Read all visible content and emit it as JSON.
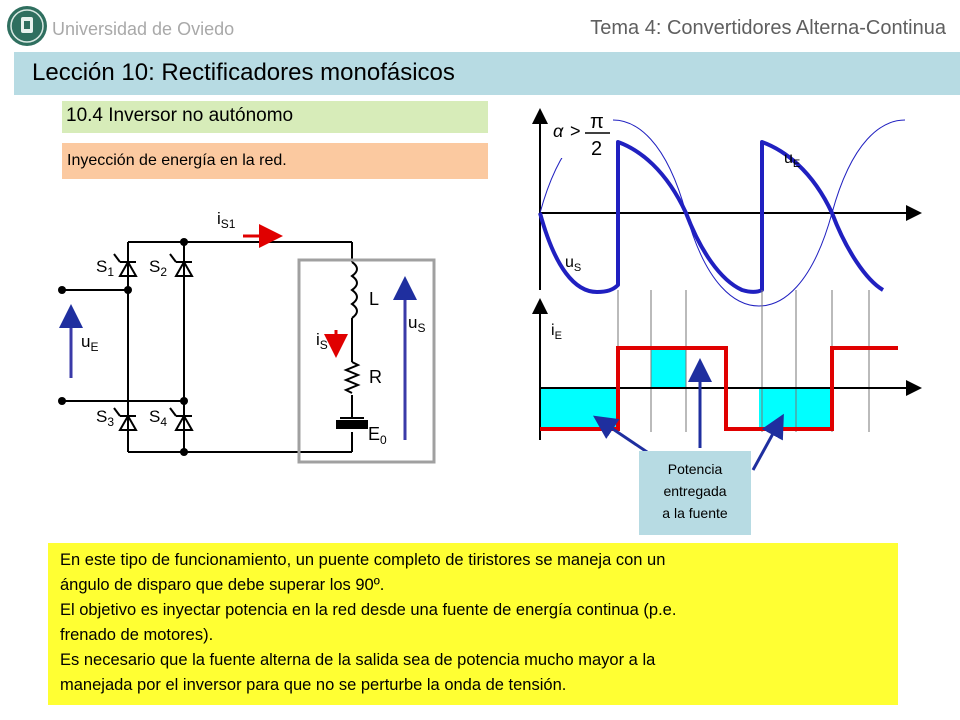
{
  "header": {
    "university": "Universidad de Oviedo",
    "topic": "Tema 4: Convertidores Alterna-Continua"
  },
  "lesson": {
    "title": "Lección 10: Rectificadores monofásicos"
  },
  "section": {
    "title": "10.4 Inversor no autónomo",
    "subtitle": "Inyección de energía en la red."
  },
  "circuit": {
    "labels": {
      "is1_main": "i",
      "is1_sub": "S1",
      "s1_main": "S",
      "s1_sub": "1",
      "s2_main": "S",
      "s2_sub": "2",
      "s3_main": "S",
      "s3_sub": "3",
      "s4_main": "S",
      "s4_sub": "4",
      "ue_main": "u",
      "ue_sub": "E",
      "is_main": "i",
      "is_sub": "S",
      "us_main": "u",
      "us_sub": "S",
      "inductor": "L",
      "resistor": "R",
      "source_main": "E",
      "source_sub": "0"
    }
  },
  "waveforms": {
    "alpha_symbol": "α",
    "alpha_relation": ">",
    "pi_symbol": "π",
    "two": "2",
    "ue_main": "u",
    "ue_sub": "E",
    "us_main": "u",
    "us_sub": "S",
    "ie_main": "i",
    "ie_sub": "E",
    "power_label_lines": [
      "Potencia",
      "entregada",
      "a la fuente"
    ]
  },
  "note": {
    "lines": [
      "En este tipo de funcionamiento, un puente completo de tiristores se maneja con un",
      "ángulo de disparo que debe superar los 90º.",
      "El objetivo es inyectar potencia en la red desde una fuente de energía continua (p.e.",
      "frenado de motores).",
      "Es necesario que la fuente alterna de la salida sea de potencia mucho mayor a la",
      "manejada por el inversor para que no se perturbe la onda de tensión."
    ]
  },
  "colors": {
    "header_bar": "#b7dbe3",
    "section_bar": "#d7ecb9",
    "subtitle_bar": "#fbc9a0",
    "note_bg": "#ffff33",
    "wave_blue": "#2020c0",
    "current_red": "#e00000",
    "power_fill": "#00ffff",
    "arrow_navy": "#1f2f9f"
  }
}
